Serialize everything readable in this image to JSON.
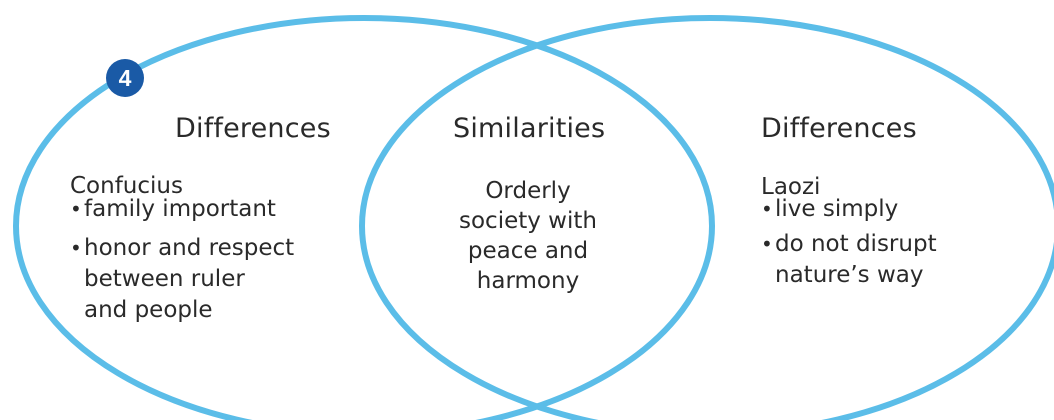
{
  "colors": {
    "circle_stroke": "#5bbde8",
    "badge_fill": "#1a5aa6",
    "text": "#2a2a2a"
  },
  "badge": {
    "number": "4"
  },
  "left": {
    "heading": "Differences",
    "subject": "Confucius",
    "bullets": [
      {
        "lines": [
          "family important"
        ]
      },
      {
        "lines": [
          "honor and respect",
          "between ruler",
          "and people"
        ]
      }
    ]
  },
  "center": {
    "heading": "Similarities",
    "lines": [
      "Orderly",
      "society with",
      "peace and",
      "harmony"
    ]
  },
  "right": {
    "heading": "Differences",
    "subject": "Laozi",
    "bullets": [
      {
        "lines": [
          "live simply"
        ]
      },
      {
        "lines": [
          "do not disrupt",
          "nature’s way"
        ]
      }
    ]
  }
}
